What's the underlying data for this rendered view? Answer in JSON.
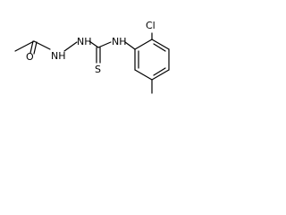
{
  "diagram": {
    "type": "chemical-structure",
    "line_color": "#000000",
    "background": "#ffffff",
    "atoms": {
      "oxygen": "O",
      "hydrazine_nh_1": "NH",
      "hydrazine_nh_2": "NH",
      "sulfur": "S",
      "amide_nh": "NH",
      "chlorine": "Cl"
    }
  }
}
